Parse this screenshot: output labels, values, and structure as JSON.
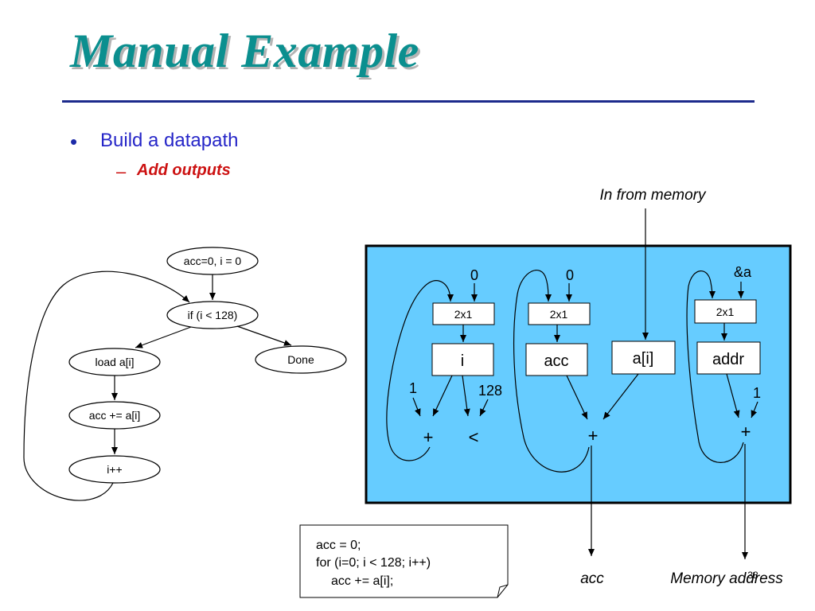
{
  "slide": {
    "title": "Manual Example",
    "bullet": "Build a datapath",
    "sub_bullet": "Add outputs",
    "page_number": "38"
  },
  "flowchart": {
    "init": "acc=0, i = 0",
    "condition": "if (i < 128)",
    "load": "load a[i]",
    "accumulate": "acc += a[i]",
    "increment": "i++",
    "done": "Done"
  },
  "datapath": {
    "in_label": "In from memory",
    "const_zero_i": "0",
    "const_zero_acc": "0",
    "const_addr": "&a",
    "mux_i": "2x1",
    "mux_acc": "2x1",
    "mux_addr": "2x1",
    "reg_i": "i",
    "reg_acc": "acc",
    "reg_ai": "a[i]",
    "reg_addr": "addr",
    "const_one_i": "1",
    "const_128": "128",
    "const_one_addr": "1",
    "op_add_i": "+",
    "op_lt": "<",
    "op_add_acc": "+",
    "op_add_addr": "+",
    "out_acc": "acc",
    "out_addr": "Memory address"
  },
  "code": {
    "line1": "acc = 0;",
    "line2": "for (i=0; i < 128; i++)",
    "line3": "acc += a[i];"
  },
  "colors": {
    "title": "#0b8f8f",
    "rule": "#1c2a8c",
    "bullet": "#2626c8",
    "sub_bullet": "#cc1111",
    "datapath_bg": "#66ccff"
  }
}
